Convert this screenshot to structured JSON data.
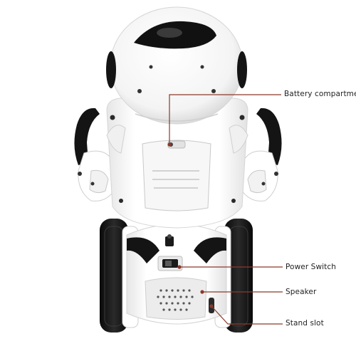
{
  "figure": {
    "subject": "white robot toy, rear view",
    "colors": {
      "body": "#ffffff",
      "outline": "#d9d9d9",
      "shadow": "#e4e4e4",
      "dark": "#141414",
      "leader": "#8b3a2a"
    }
  },
  "callouts": [
    {
      "key": "battery",
      "label": "Battery compartment"
    },
    {
      "key": "power",
      "label": "Power Switch"
    },
    {
      "key": "speaker",
      "label": "Speaker"
    },
    {
      "key": "stand",
      "label": "Stand slot"
    }
  ]
}
